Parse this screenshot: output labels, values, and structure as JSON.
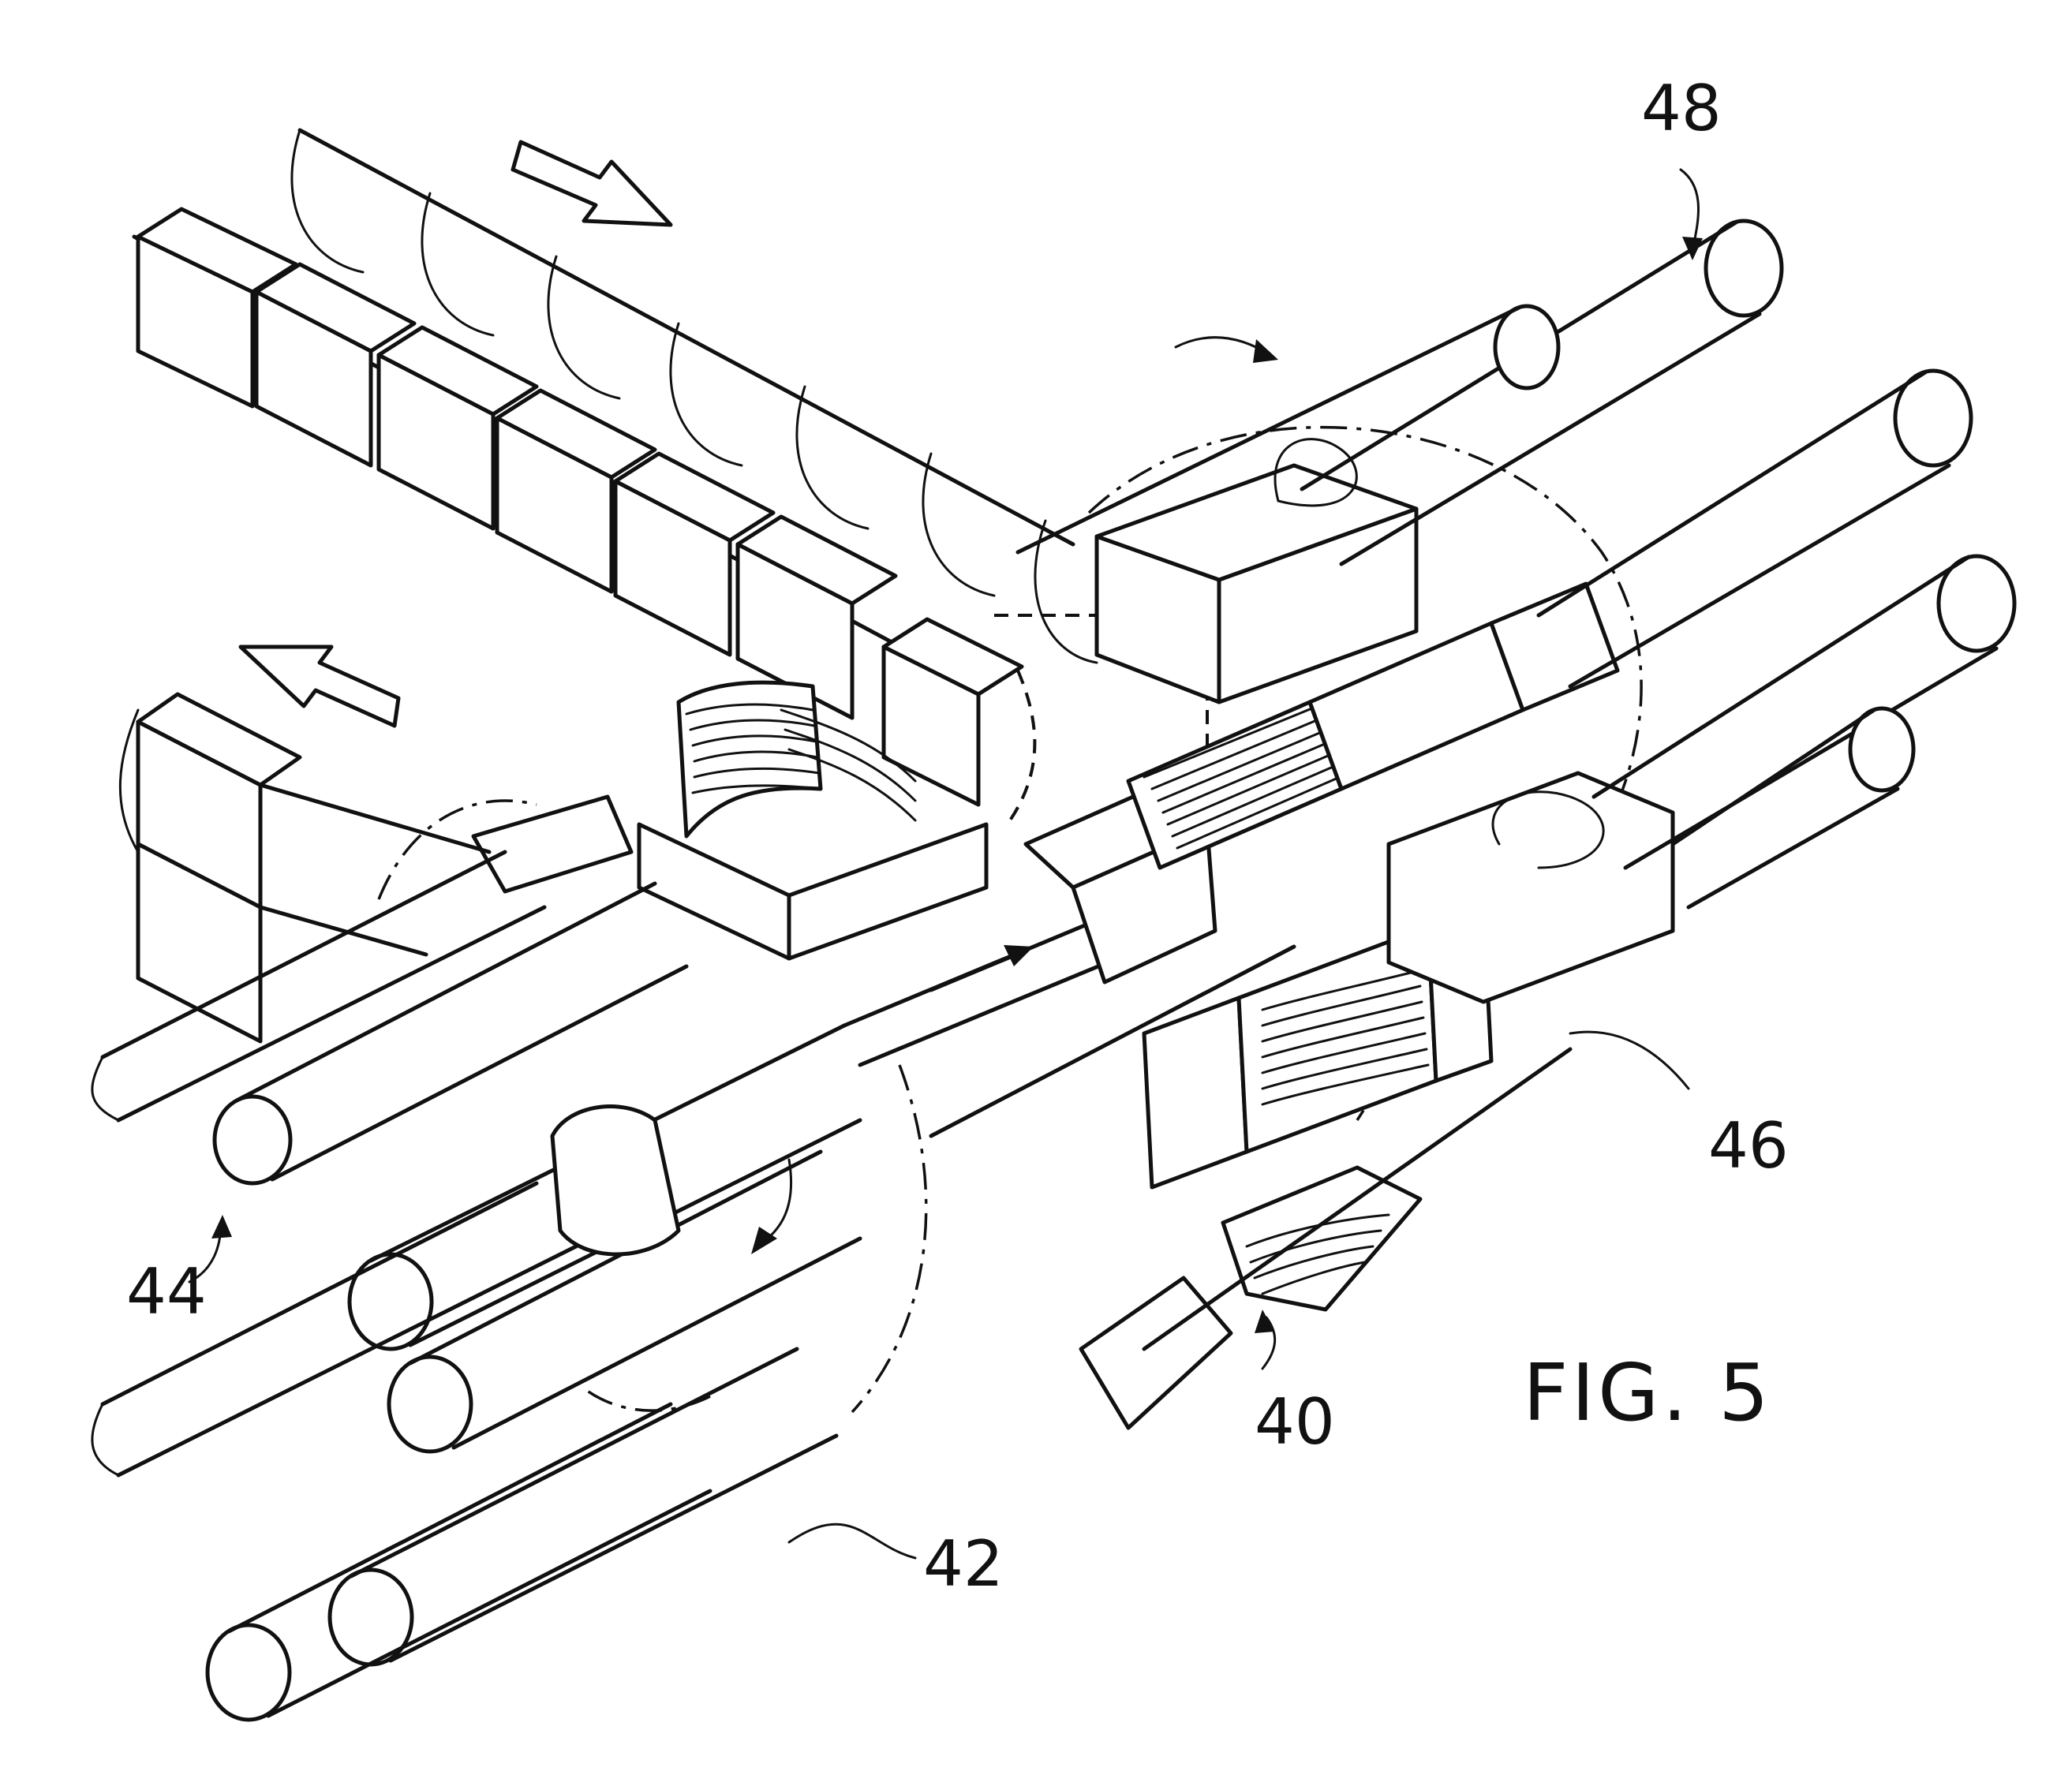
{
  "figure": {
    "caption": "FIG. 5",
    "colors": {
      "ink": "#111111",
      "paper": "#ffffff"
    }
  },
  "reference_numerals": {
    "r40": "40",
    "r42": "42",
    "r44": "44",
    "r46": "46",
    "r48": "48"
  }
}
